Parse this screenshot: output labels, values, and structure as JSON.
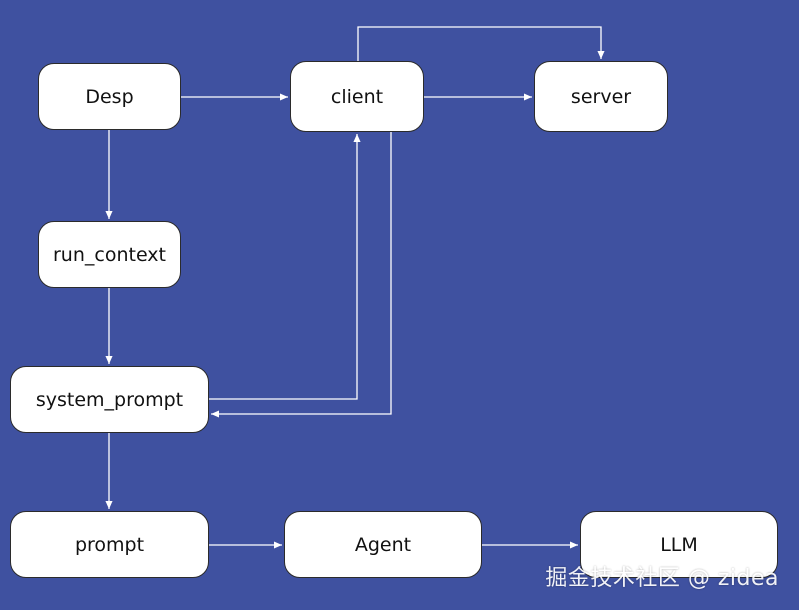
{
  "diagram": {
    "nodes": {
      "desp": "Desp",
      "client": "client",
      "server": "server",
      "run_context": "run_context",
      "system_prompt": "system_prompt",
      "prompt": "prompt",
      "agent": "Agent",
      "llm": "LLM"
    },
    "edges": [
      {
        "from": "Desp",
        "to": "client"
      },
      {
        "from": "client",
        "to": "server"
      },
      {
        "from": "client",
        "to": "server",
        "route": "over-top"
      },
      {
        "from": "Desp",
        "to": "run_context"
      },
      {
        "from": "run_context",
        "to": "system_prompt"
      },
      {
        "from": "system_prompt",
        "to": "client"
      },
      {
        "from": "client",
        "to": "system_prompt"
      },
      {
        "from": "system_prompt",
        "to": "prompt"
      },
      {
        "from": "prompt",
        "to": "Agent"
      },
      {
        "from": "Agent",
        "to": "LLM"
      }
    ]
  },
  "watermark": "掘金技术社区 @ zidea",
  "colors": {
    "background": "#3f51a0",
    "node_fill": "#ffffff",
    "node_border": "#2b2b2b",
    "edge": "#ffffff"
  }
}
